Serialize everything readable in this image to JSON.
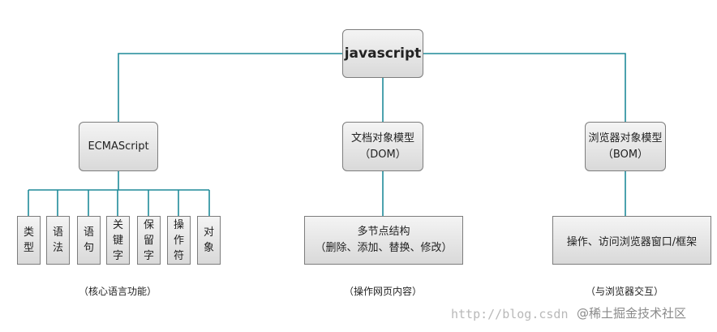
{
  "root": {
    "label": "javascript"
  },
  "branches": [
    {
      "label": "ECMAScript",
      "caption": "（核心语言功能）",
      "children": [
        "类\n型",
        "语\n法",
        "语\n句",
        "关\n键\n字",
        "保\n留\n字",
        "操\n作\n符",
        "对\n象"
      ]
    },
    {
      "label": "文档对象模型\n（DOM）",
      "caption": "（操作网页内容）",
      "child": "多节点结构\n（删除、添加、替换、修改）"
    },
    {
      "label": "浏览器对象模型\n（BOM）",
      "caption": "（与浏览器交互）",
      "child": "操作、访问浏览器窗口/框架"
    }
  ],
  "watermark": {
    "url": "http://blog.csdn",
    "brand": "@稀土掘金技术社区"
  },
  "colors": {
    "connector": "#1f8a99",
    "box_border": "#7d7d7d"
  }
}
